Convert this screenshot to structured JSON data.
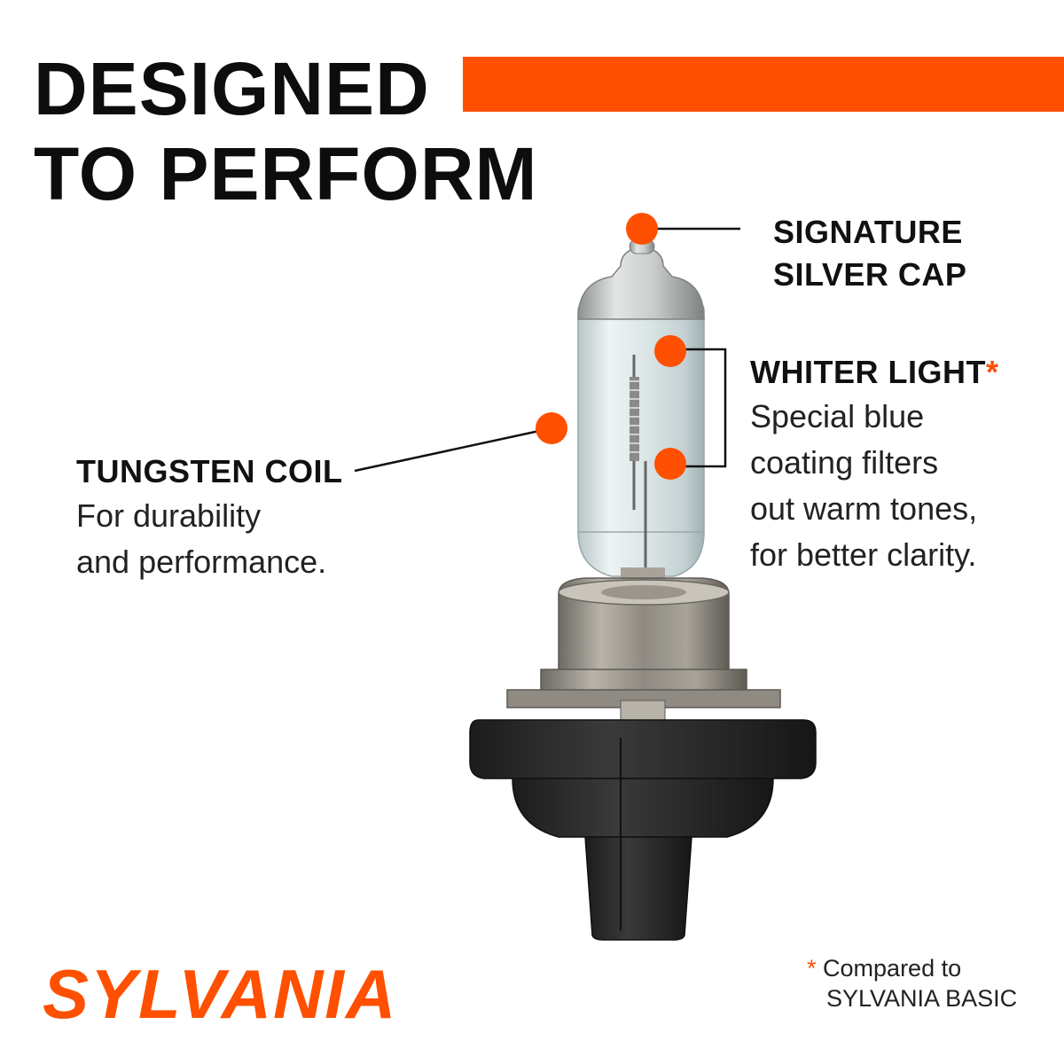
{
  "headline": {
    "line1": "DESIGNED",
    "line2": "TO PERFORM"
  },
  "callouts": {
    "signature_cap": {
      "title_line1": "SIGNATURE",
      "title_line2": "SILVER CAP"
    },
    "whiter_light": {
      "title": "WHITER LIGHT",
      "title_marker": "*",
      "body_lines": [
        "Special blue",
        "coating filters",
        "out warm tones,",
        "for better clarity."
      ]
    },
    "tungsten_coil": {
      "title": "TUNGSTEN COIL",
      "body_lines": [
        "For durability",
        "and performance."
      ]
    }
  },
  "brand": {
    "logo_text": "SYLVANIA"
  },
  "footnote": {
    "marker": "*",
    "line1": "Compared to",
    "line2": "SYLVANIA BASIC"
  },
  "colors": {
    "accent": "#fe5000",
    "text": "#111111",
    "bulb_base": "#2a2a2a"
  },
  "icons": [
    "headlight-bulb-illustration",
    "callout-dot",
    "leader-line",
    "bracket-line"
  ]
}
